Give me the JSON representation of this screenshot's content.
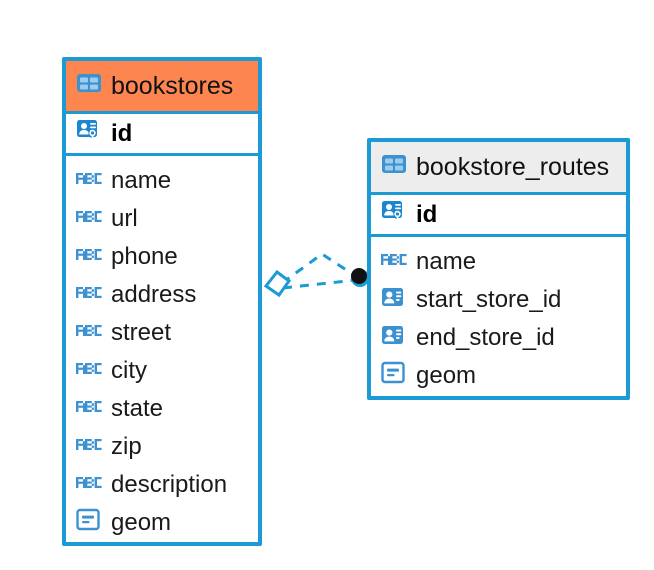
{
  "diagram": {
    "type": "entity-relationship-diagram",
    "background_color": "#ffffff",
    "accent_color": "#1B9AD6",
    "highlight_color": "#FC8550",
    "header_plain_color": "#EDEDED"
  },
  "entities": [
    {
      "id": "bookstores",
      "name": "bookstores",
      "header_style": "accent",
      "header_icon": "table-icon",
      "primary_key": {
        "label": "id",
        "icon": "key-field-icon"
      },
      "fields": [
        {
          "label": "name",
          "icon": "text-field-icon"
        },
        {
          "label": "url",
          "icon": "text-field-icon"
        },
        {
          "label": "phone",
          "icon": "text-field-icon"
        },
        {
          "label": "address",
          "icon": "text-field-icon"
        },
        {
          "label": "street",
          "icon": "text-field-icon"
        },
        {
          "label": "city",
          "icon": "text-field-icon"
        },
        {
          "label": "state",
          "icon": "text-field-icon"
        },
        {
          "label": "zip",
          "icon": "text-field-icon"
        },
        {
          "label": "description",
          "icon": "text-field-icon"
        },
        {
          "label": "geom",
          "icon": "geometry-field-icon"
        }
      ]
    },
    {
      "id": "bookstore_routes",
      "name": "bookstore_routes",
      "header_style": "plain",
      "header_icon": "table-icon",
      "primary_key": {
        "label": "id",
        "icon": "key-field-icon"
      },
      "fields": [
        {
          "label": "name",
          "icon": "text-field-icon"
        },
        {
          "label": "start_store_id",
          "icon": "foreign-key-field-icon"
        },
        {
          "label": "end_store_id",
          "icon": "foreign-key-field-icon"
        },
        {
          "label": "geom",
          "icon": "geometry-field-icon"
        }
      ]
    }
  ],
  "relationships": [
    {
      "id": "start-store-relation",
      "from": "bookstores",
      "to": "bookstore_routes",
      "source_marker": "diamond-marker",
      "target_marker": "filled-circle-marker",
      "line_style": "dashed"
    },
    {
      "id": "end-store-relation",
      "from": "bookstores",
      "to": "bookstore_routes",
      "source_marker": "diamond-marker",
      "target_marker": "filled-circle-marker",
      "line_style": "dashed"
    }
  ]
}
